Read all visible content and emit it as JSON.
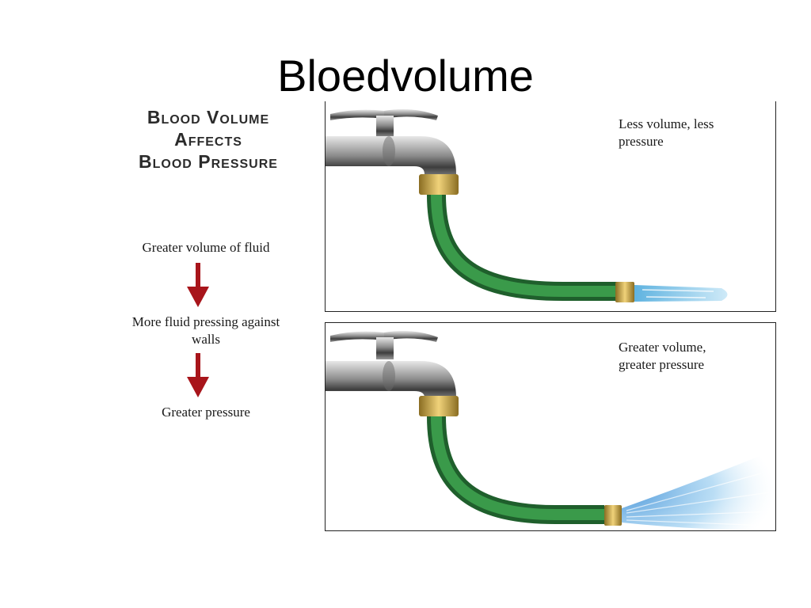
{
  "slide": {
    "title": "Bloedvolume"
  },
  "figure": {
    "heading": [
      "Blood Volume",
      "Affects",
      "Blood Pressure"
    ],
    "flow": [
      {
        "text": "Greater volume of fluid"
      },
      {
        "text": "More fluid pressing against walls"
      },
      {
        "text": "Greater pressure"
      }
    ],
    "panels": {
      "top": {
        "caption": [
          "Less volume, less",
          "pressure"
        ]
      },
      "bottom": {
        "caption": [
          "Greater volume,",
          "greater pressure"
        ]
      }
    }
  },
  "colors": {
    "arrow": "#a8151b",
    "hose": "#2e7d3a",
    "water": "#7cc4e8",
    "brass": "#c9a646"
  }
}
